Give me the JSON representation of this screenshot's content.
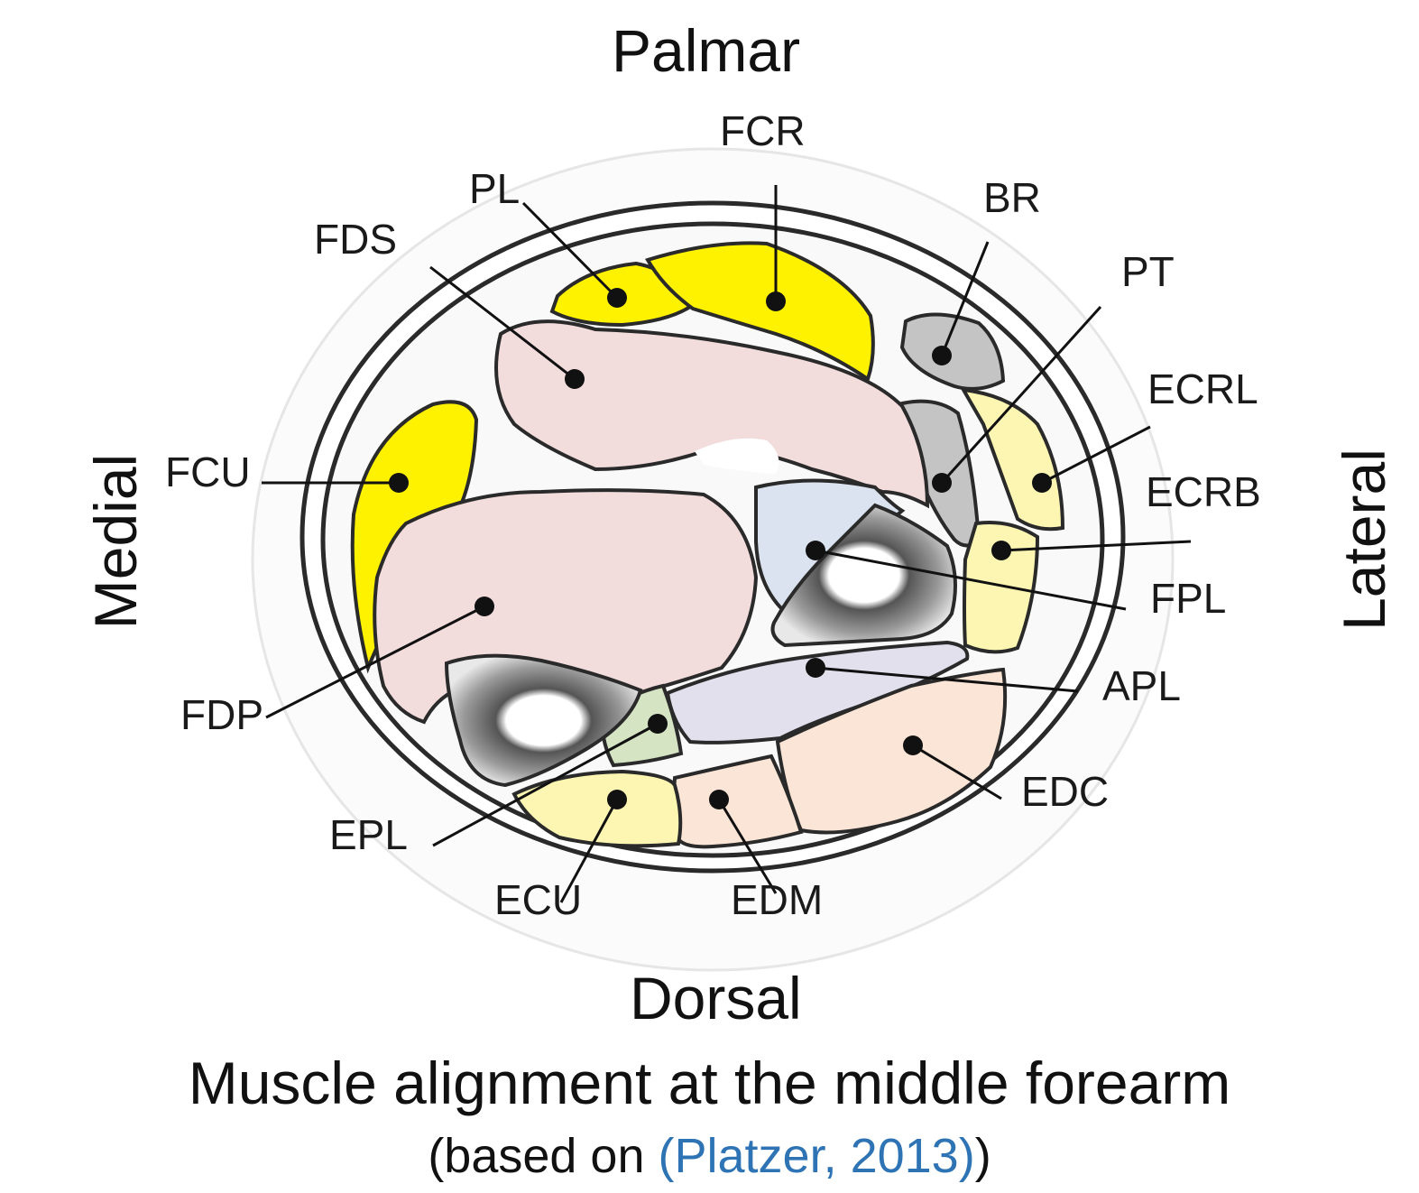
{
  "directions": {
    "palmar": "Palmar",
    "dorsal": "Dorsal",
    "medial": "Medial",
    "lateral": "Lateral"
  },
  "muscles": {
    "fcr": "FCR",
    "pl": "PL",
    "br": "BR",
    "fds": "FDS",
    "pt": "PT",
    "ecrl": "ECRL",
    "fcu": "FCU",
    "ecrb": "ECRB",
    "fpl": "FPL",
    "fdp": "FDP",
    "apl": "APL",
    "edc": "EDC",
    "epl": "EPL",
    "ecu": "ECU",
    "edm": "EDM"
  },
  "caption": {
    "title": "Muscle alignment at the middle forearm",
    "prefix": "(based on ",
    "citation": "(Platzer, 2013)",
    "suffix": ")"
  },
  "colors": {
    "flexor_yellow": "#fff200",
    "deep_flexor_pink": "#f2dcdc",
    "extensor_light_yellow": "#fdf6b2",
    "extensor_peach": "#fbe5d6",
    "apl_lavender": "#e3e0ee",
    "fpl_blue": "#dae3ef",
    "epl_green": "#d5e4c3",
    "br_pt_gray": "#c4c4c4",
    "citation_blue": "#2e74b5"
  }
}
